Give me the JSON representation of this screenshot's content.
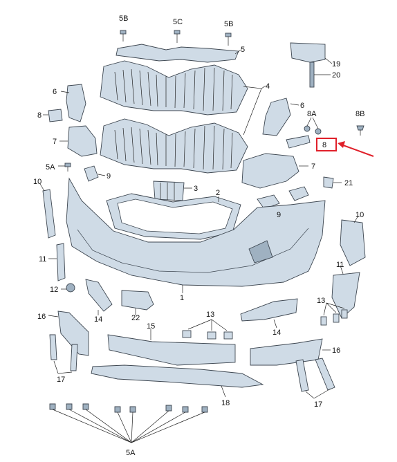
{
  "labels": {
    "l5b_a": "5B",
    "l5c": "5C",
    "l5b_b": "5B",
    "l5": "5",
    "l19": "19",
    "l20": "20",
    "l4": "4",
    "l6_left": "6",
    "l6_right": "6",
    "l8_left": "8",
    "l8a": "8A",
    "l8b": "8B",
    "l8_target": "8",
    "l7_left": "7",
    "l7_right": "7",
    "l5a_top": "5A",
    "l9_left": "9",
    "l9_right": "9",
    "l10_left": "10",
    "l10_right": "10",
    "l3": "3",
    "l2": "2",
    "l21": "21",
    "l11_left": "11",
    "l11_right": "11",
    "l12": "12",
    "l14_left": "14",
    "l14_right": "14",
    "l22": "22",
    "l1": "1",
    "l13_mid": "13",
    "l13_right": "13",
    "l16_left": "16",
    "l16_right": "16",
    "l15": "15",
    "l17_left": "17",
    "l17_right": "17",
    "l18": "18",
    "l5a_bottom": "5A"
  },
  "highlight": {
    "color": "#e0202a"
  }
}
